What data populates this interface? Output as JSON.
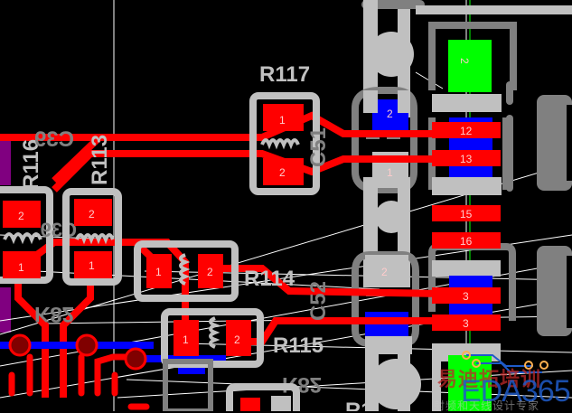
{
  "app": {
    "view": "PCB layout editor",
    "background_color": "#000000"
  },
  "colors": {
    "top_copper": "#ff0000",
    "bottom_copper": "#0000ff",
    "silkscreen": "#c0c0c0",
    "silkscreen_dim": "#808080",
    "selected_pad": "#00ff00",
    "ratsnest": "#ffffff",
    "via": "#800000",
    "inner_layer": "#800080"
  },
  "components": [
    {
      "designator": "R117",
      "pads": [
        "1",
        "2"
      ]
    },
    {
      "designator": "R116",
      "pads": [
        "2",
        "1"
      ]
    },
    {
      "designator": "R113",
      "pads": [
        "2",
        "1"
      ]
    },
    {
      "designator": "R114",
      "pads": [
        "1",
        "2"
      ]
    },
    {
      "designator": "R115",
      "pads": [
        "1",
        "2"
      ]
    },
    {
      "designator": "C51",
      "pads": [
        "2",
        "1"
      ]
    },
    {
      "designator": "C52",
      "pads": [
        "2",
        "1"
      ]
    }
  ],
  "labels": {
    "r117": "R117",
    "r116": "R116",
    "r113": "R113",
    "r114": "R114",
    "r115": "R115",
    "c51": "C51",
    "c52": "C52",
    "k82_left": "K82",
    "k82_right": "K82",
    "c39_mirror": "C39",
    "c39_mirror2": "C39",
    "r_partial": "R1"
  },
  "connector_pads": [
    "2",
    "12",
    "13",
    "15",
    "16",
    "3",
    "3"
  ],
  "pad_numbers": {
    "r117_1": "1",
    "r117_2": "2",
    "r116_2": "2",
    "r116_1": "1",
    "r113_2": "2",
    "r113_1": "1",
    "r114_1": "1",
    "r114_2": "2",
    "r115_1": "1",
    "r115_2": "2",
    "c51_2": "2",
    "c51_1": "1",
    "c52_2": "2",
    "j_2": "2",
    "j_12": "12",
    "j_13": "13",
    "j_15": "15",
    "j_16": "16",
    "j_3a": "3",
    "j_3b": "3"
  },
  "watermark": {
    "line1": "易迪拓培训",
    "line2": "EDA365",
    "line3": "射频和天线设计专家"
  }
}
